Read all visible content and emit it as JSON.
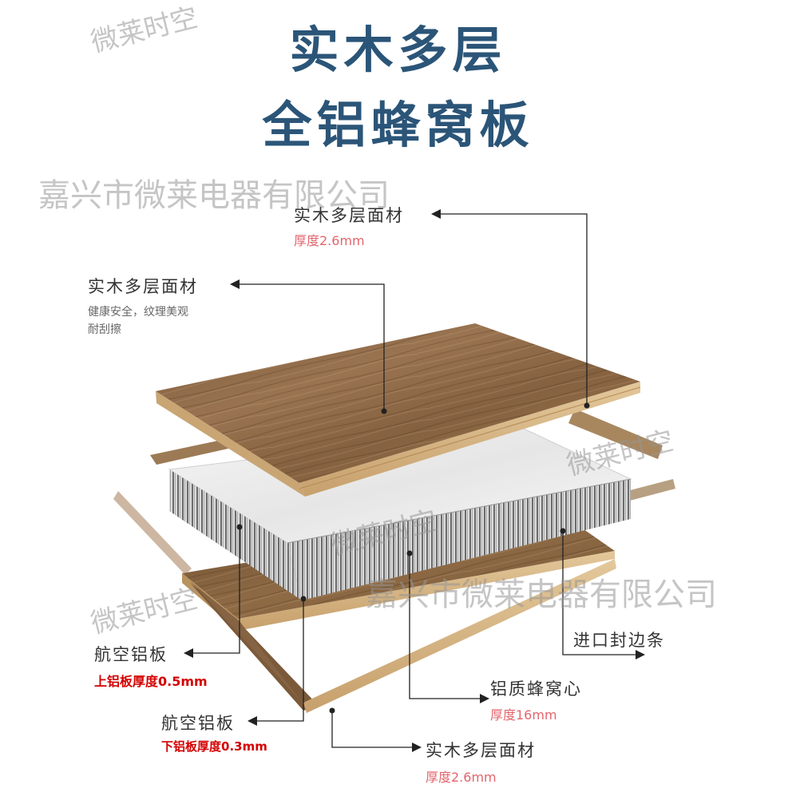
{
  "title": {
    "line1": "实木多层",
    "line2": "全铝蜂窝板"
  },
  "watermarks": {
    "brand": "微莱时空",
    "company": "嘉兴市微莱电器有限公司"
  },
  "callouts": {
    "top_face": {
      "name": "实木多层面材",
      "spec": "厚度2.6mm"
    },
    "left_face": {
      "name": "实木多层面材",
      "desc1": "健康安全，纹理美观",
      "desc2": "耐刮擦"
    },
    "upper_plate": {
      "name": "航空铝板",
      "spec": "上铝板厚度0.5mm"
    },
    "lower_plate": {
      "name": "航空铝板",
      "spec": "下铝板厚度0.3mm"
    },
    "edge_strip": {
      "name": "进口封边条"
    },
    "core": {
      "name": "铝质蜂窝心",
      "spec": "厚度16mm"
    },
    "bottom_face": {
      "name": "实木多层面材",
      "spec": "厚度2.6mm"
    }
  },
  "colors": {
    "title": "#2b5578",
    "spec_pink": "#e3656d",
    "spec_red": "#d40000",
    "wood": "#8a6642"
  }
}
